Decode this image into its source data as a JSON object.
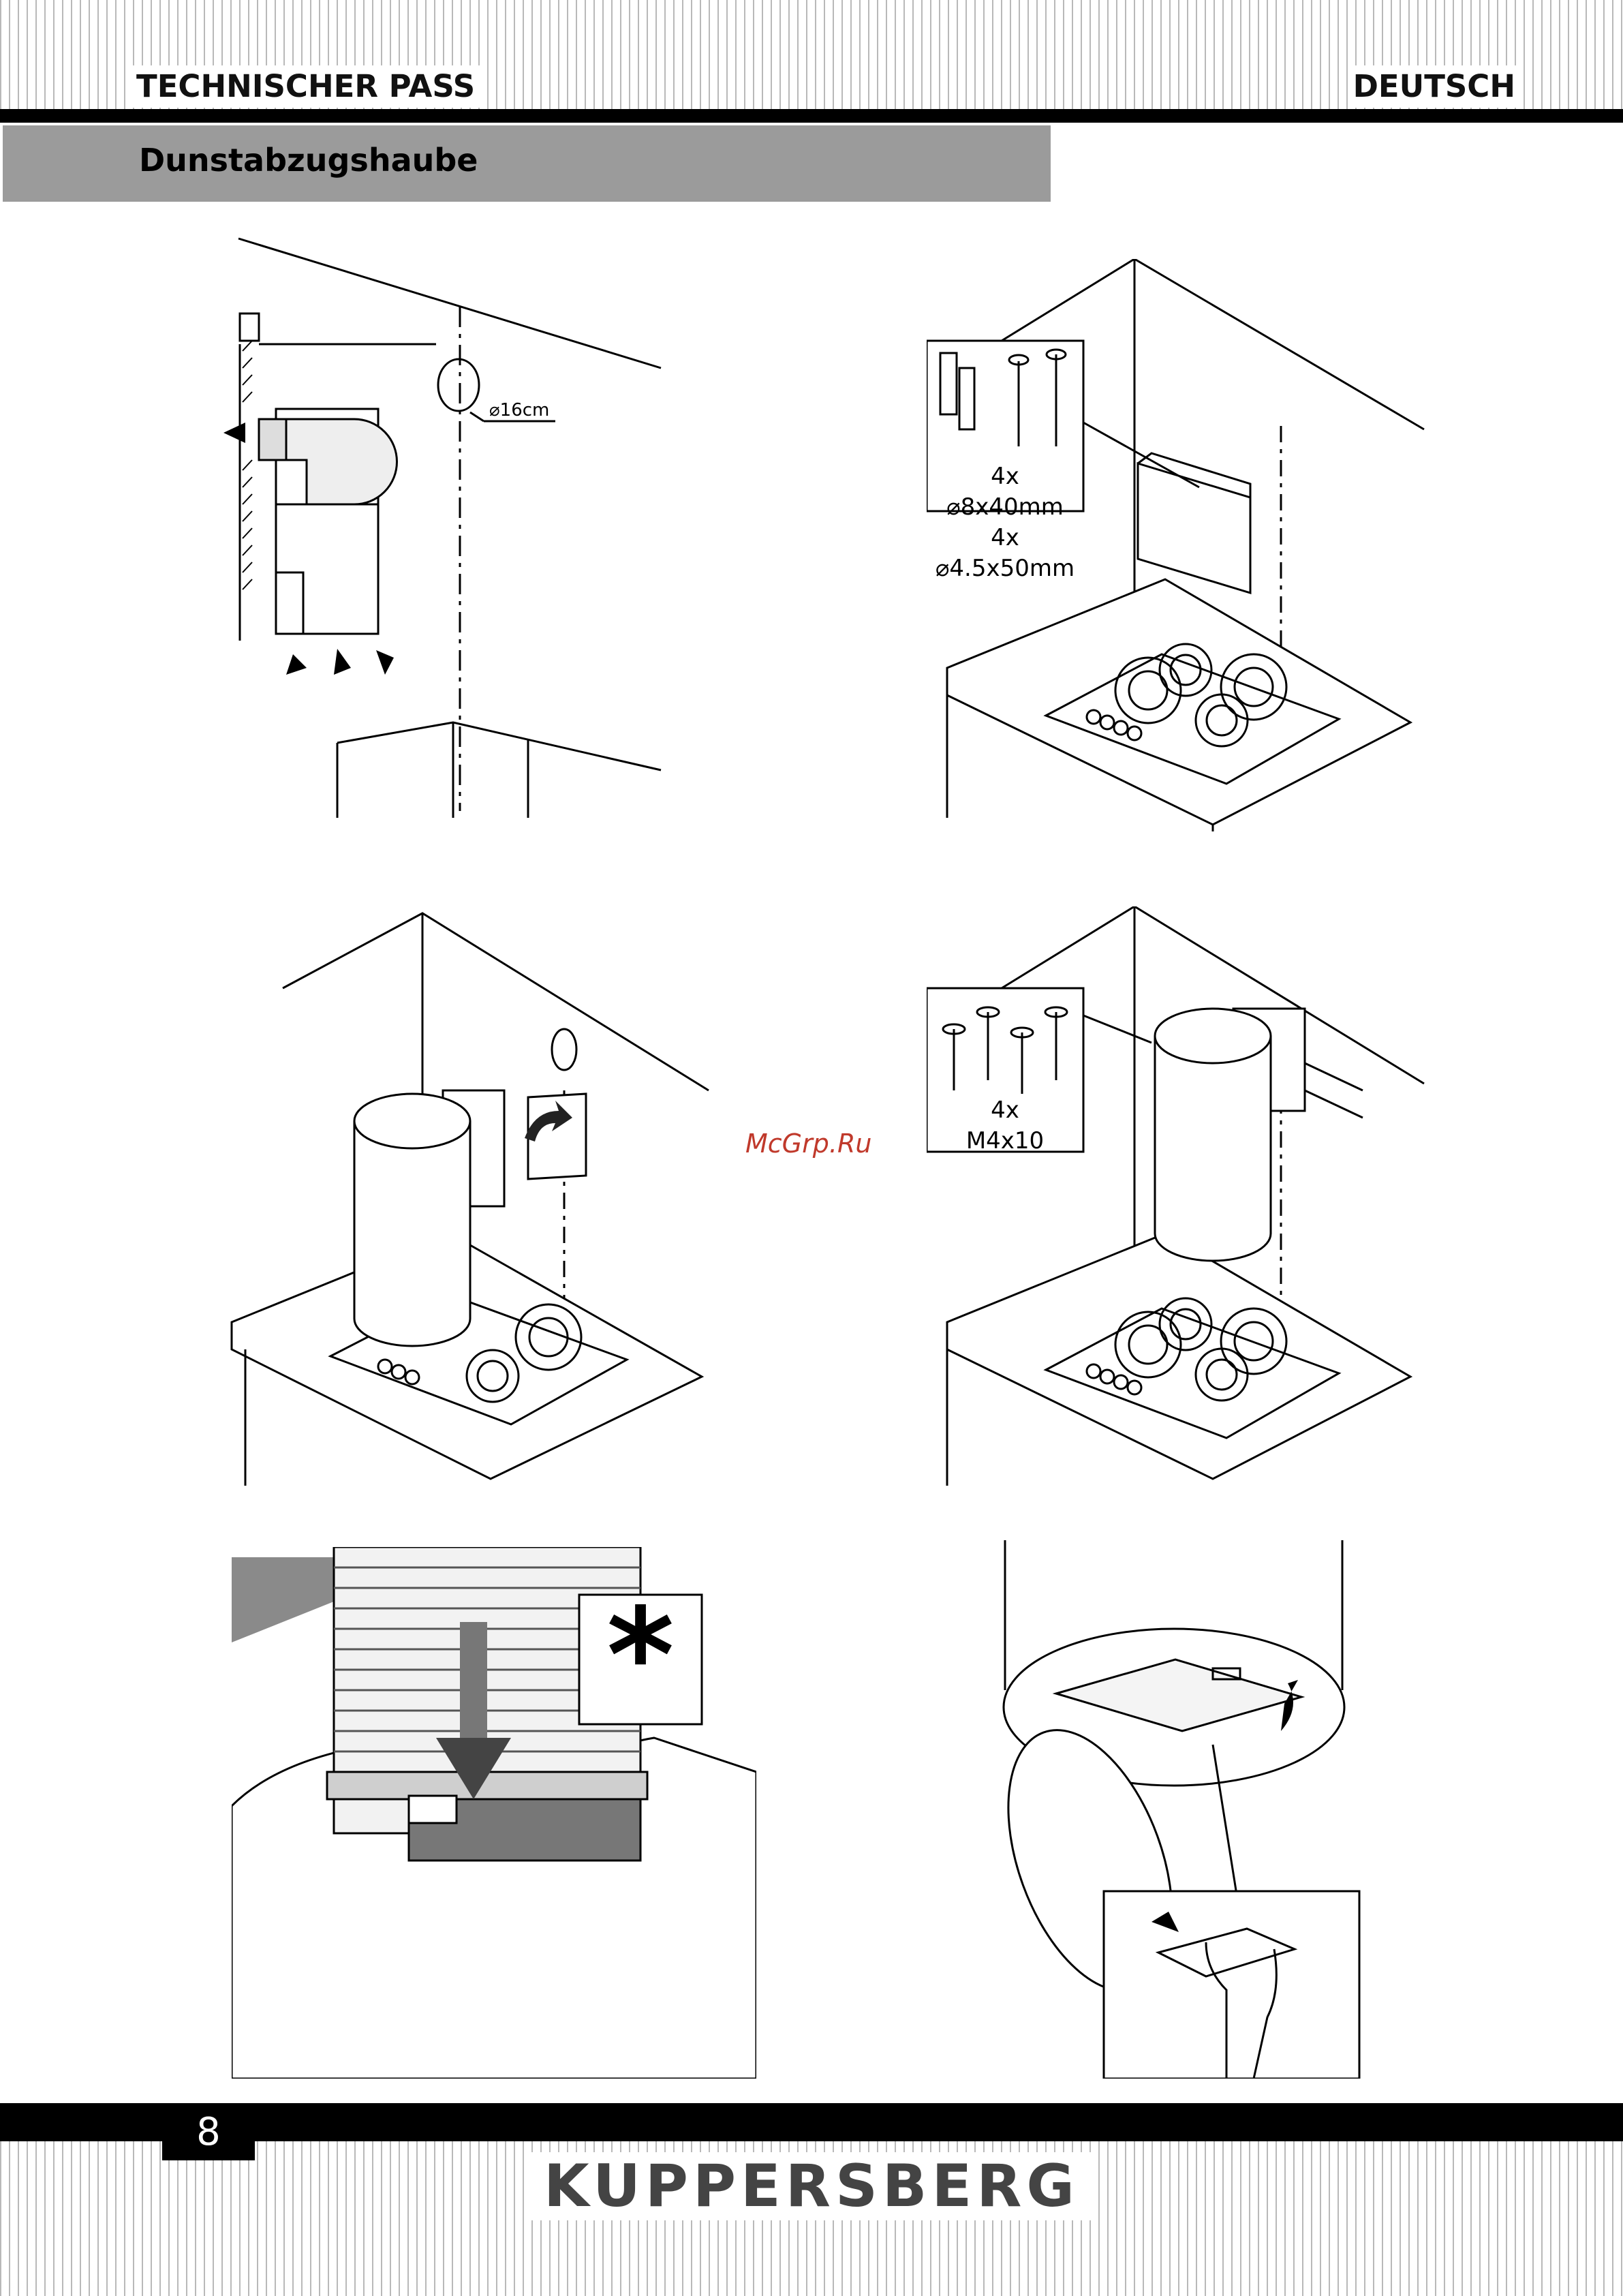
{
  "header": {
    "left": "TECHNISCHER PASS",
    "right": "DEUTSCH",
    "section": "Dunstabzugshaube"
  },
  "figure1": {
    "diameter_label": "⌀16cm"
  },
  "figure2": {
    "qty_1": "4x",
    "spec_1": "⌀8x40mm",
    "qty_2": "4x",
    "spec_2": "⌀4.5x50mm"
  },
  "figure4": {
    "qty": "4x",
    "spec": "M4x10"
  },
  "figure5": {
    "mark": "*"
  },
  "watermark": "McGrp.Ru",
  "footer": {
    "page": "8",
    "brand": "KUPPERSBERG"
  },
  "colors": {
    "rule": "#000000",
    "band": "#9b9b9b",
    "stripe": "#b9b9b9",
    "watermark": "#c0392b"
  }
}
